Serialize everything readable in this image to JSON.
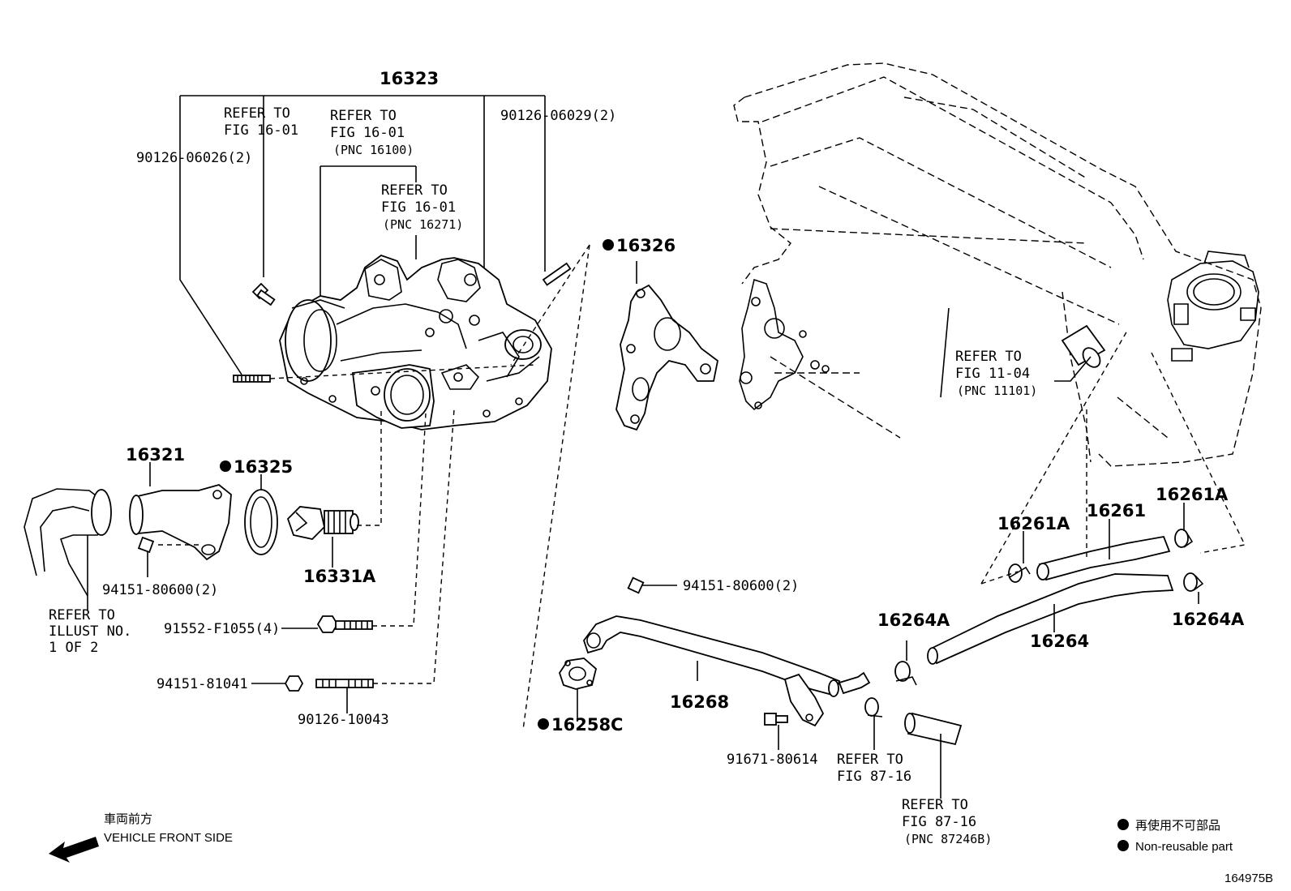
{
  "labels": {
    "p16323": "16323",
    "refer1_a": "REFER TO",
    "refer1_b": "FIG 16-01",
    "refer2_a": "REFER TO",
    "refer2_b": "FIG 16-01",
    "refer2_c": "(PNC 16100)",
    "refer3_a": "REFER TO",
    "refer3_b": "FIG 16-01",
    "refer3_c": "(PNC 16271)",
    "p90126_06026": "90126-06026(2)",
    "p90126_06029": "90126-06029(2)",
    "p16326": "16326",
    "refer4_a": "REFER TO",
    "refer4_b": "FIG 11-04",
    "refer4_c": "(PNC 11101)",
    "p16321": "16321",
    "p16325": "16325",
    "p16331A": "16331A",
    "p94151_80600a": "94151-80600(2)",
    "refer5_a": "REFER TO",
    "refer5_b": "ILLUST NO.",
    "refer5_c": "1 OF 2",
    "p91552": "91552-F1055(4)",
    "p94151_81041": "94151-81041",
    "p90126_10043": "90126-10043",
    "p94151_80600b": "94151-80600(2)",
    "p16268": "16268",
    "p16258C": "16258C",
    "p91671": "91671-80614",
    "refer6_a": "REFER TO",
    "refer6_b": "FIG 87-16",
    "refer7_a": "REFER TO",
    "refer7_b": "FIG 87-16",
    "refer7_c": "(PNC 87246B)",
    "p16261A_a": "16261A",
    "p16261": "16261",
    "p16261A_b": "16261A",
    "p16264A_a": "16264A",
    "p16264": "16264",
    "p16264A_b": "16264A",
    "front_jp": "車両前方",
    "front_en": "VEHICLE FRONT SIDE",
    "legend_jp": "再使用不可部品",
    "legend_en": "Non-reusable part",
    "fig_no": "164975B"
  },
  "icons": {
    "non_reusable": "filled-circle-icon",
    "front_arrow": "arrow-left-icon"
  }
}
